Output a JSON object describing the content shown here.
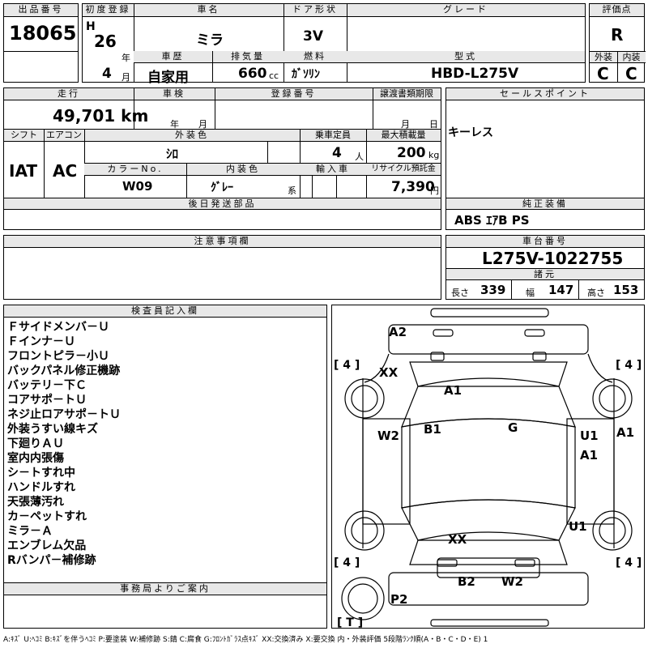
{
  "header": {
    "lot_label": "出品番号",
    "lot": "18065",
    "reg_label": "初度登録",
    "era": "H",
    "year": "26",
    "year_unit": "年",
    "month": "4",
    "month_unit": "月",
    "name_label": "車名",
    "name": "ミラ",
    "door_label": "ドア形状",
    "door": "3V",
    "grade_label": "グレード",
    "grade": "",
    "score_label": "評価点",
    "score": "R",
    "history_label": "車歴",
    "history": "自家用",
    "disp_label": "排気量",
    "disp": "660",
    "disp_unit": "cc",
    "fuel_label": "燃料",
    "fuel": "ｶﾞｿﾘﾝ",
    "model_label": "型式",
    "model": "HBD-L275V",
    "ext_label": "外装",
    "ext": "C",
    "int_label": "内装",
    "int": "C"
  },
  "row2": {
    "mileage_label": "走行",
    "mileage": "49,701 km",
    "inspection_label": "車検",
    "insp_y": "年",
    "insp_m": "月",
    "regno_label": "登録番号",
    "transfer_label": "譲渡書類期限",
    "tr_m": "月",
    "tr_d": "日",
    "sales_label": "セールスポイント",
    "sales": "キーレス",
    "shift_label": "シフト",
    "shift": "IAT",
    "ac_label": "エアコン",
    "ac": "AC",
    "color_label": "外装色",
    "color": "ｼﾛ",
    "cap_label": "乗車定員",
    "cap": "4",
    "cap_unit": "人",
    "load_label": "最大積載量",
    "load": "200",
    "load_unit": "kg",
    "colorno_label": "カラーNo.",
    "colorno": "W09",
    "intcolor_label": "内装色",
    "intcolor": "ｸﾞﾚｰ",
    "intcolor_unit": "系",
    "import_label": "輸入車",
    "recycle_label": "リサイクル預託金",
    "recycle": "7,390",
    "recycle_unit": "円",
    "later_label": "後日発送部品",
    "equip_label": "純正装備",
    "equip": "ABS ｴｱB PS"
  },
  "notes": {
    "label": "注意事項欄"
  },
  "chassis": {
    "label": "車台番号",
    "number": "L275V-1022755",
    "specs_label": "諸元",
    "len_label": "長さ",
    "len": "339",
    "wid_label": "幅",
    "wid": "147",
    "hei_label": "高さ",
    "hei": "153"
  },
  "inspector": {
    "label": "検査員記入欄",
    "remarks": [
      "Ｆサイドメンバ－Ｕ",
      "Ｆインナ－Ｕ",
      "フロントピラ－小Ｕ",
      "バックパネル修正機跡",
      "バッテリ－下Ｃ",
      "コアサポ－トＵ",
      "ネジ止ロアサポ－トＵ",
      "外装うすい線キズ",
      "下廻りＡＵ",
      "室内内張傷",
      "シ－トすれ中",
      "ハンドルすれ",
      "天張薄汚れ",
      "カ－ペットすれ",
      "ミラ－Ａ",
      "エンブレム欠品",
      "Rバンパ－補修跡"
    ]
  },
  "office": {
    "label": "事務局よりご案内"
  },
  "diagram": {
    "marks": {
      "A2": "A2",
      "XX1": "XX",
      "A1a": "A1",
      "W2a": "W2",
      "B1": "B1",
      "G": "G",
      "U1a": "U1",
      "A1b": "A1",
      "A1c": "A1",
      "U1b": "U1",
      "XX2": "XX",
      "B2": "B2",
      "W2b": "W2",
      "P2": "P2"
    },
    "tires": {
      "fl": "[ 4 ]",
      "fr": "[ 4 ]",
      "rl": "[ 4 ]",
      "rr": "[ 4 ]",
      "spare": "[ T ]"
    }
  },
  "legend": "A:ｷｽﾞ U:ﾍｺﾐ B:ｷｽﾞを伴うﾍｺﾐ P:要塗装 W:補修跡 S:錆 C:腐食 G:ﾌﾛﾝﾄｶﾞﾗｽ点ｷｽﾞ XX:交換済み X:要交換 内・外装評価 5段階ﾗﾝｸ順(A・B・C・D・E) 1"
}
